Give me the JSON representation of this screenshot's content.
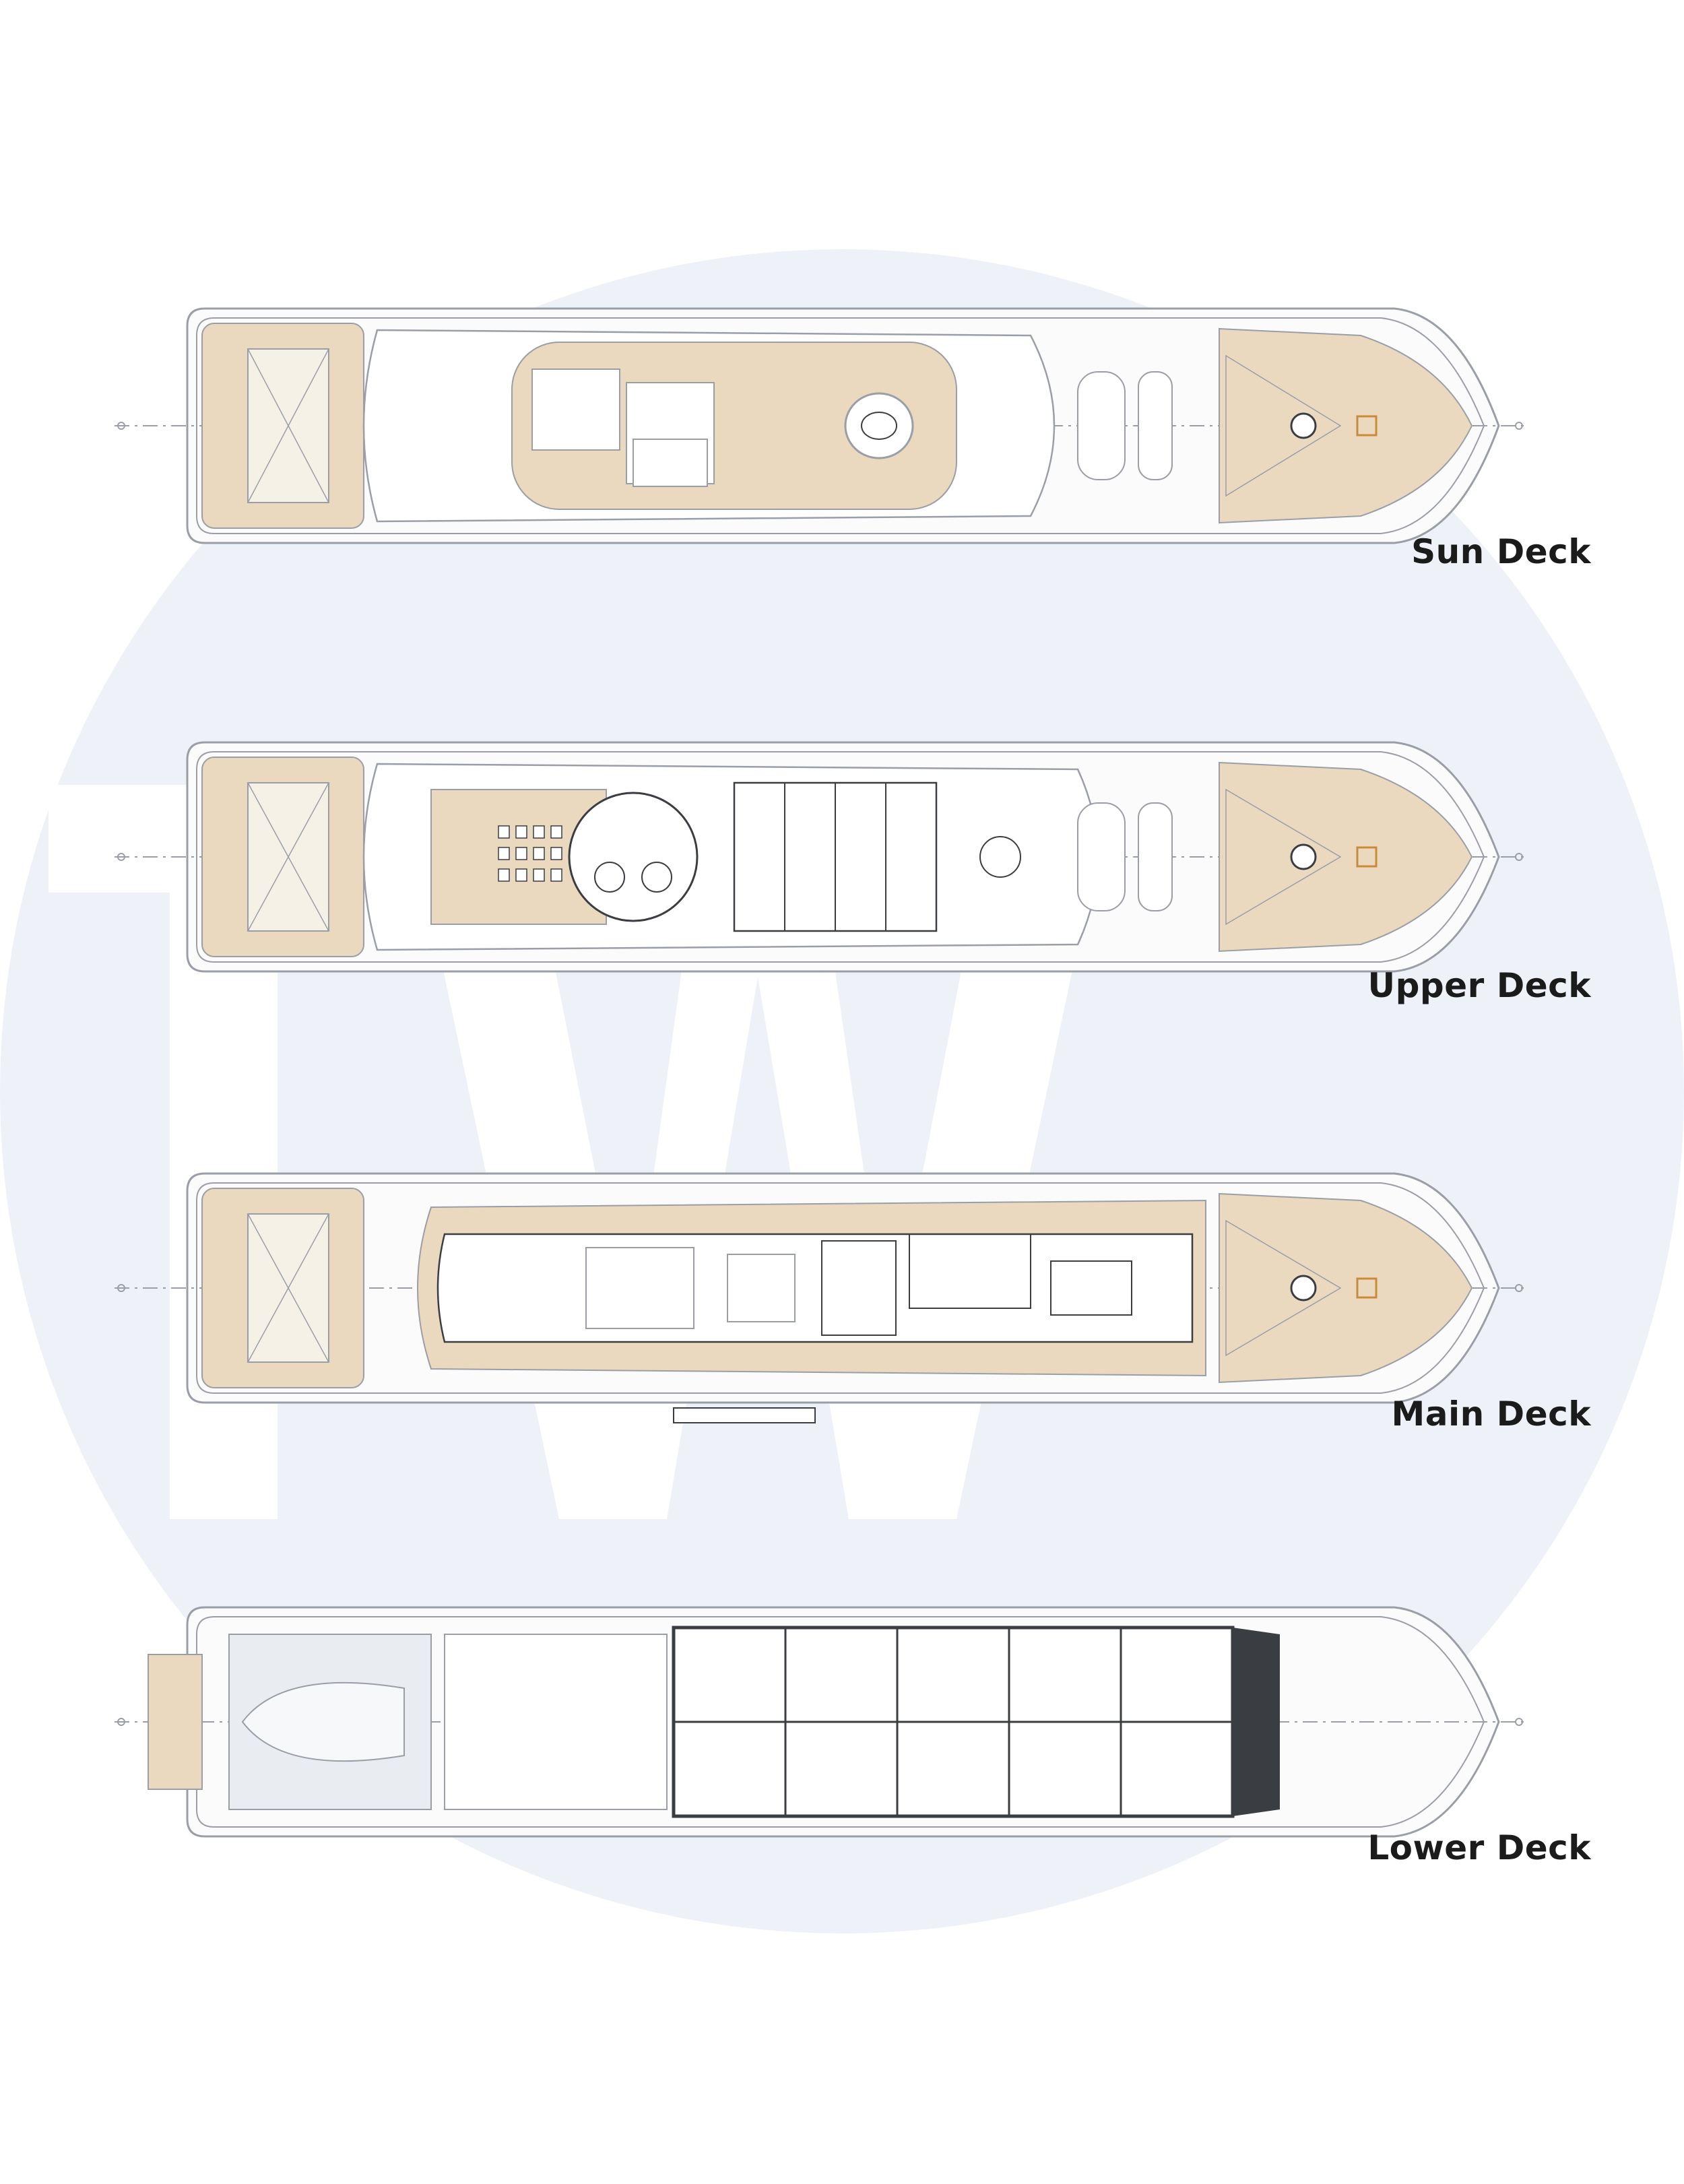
{
  "watermark": {
    "text": "TW"
  },
  "decks": [
    {
      "id": "sun",
      "label": "Sun Deck"
    },
    {
      "id": "upper",
      "label": "Upper Deck"
    },
    {
      "id": "main",
      "label": "Main Deck"
    },
    {
      "id": "lower",
      "label": "Lower Deck"
    }
  ],
  "colors": {
    "background": "#ffffff",
    "watermark_circle": "#eef2f8",
    "watermark_letters": "#ffffff",
    "deck_wood": "#ead9bf",
    "line": "#9a9ea6",
    "dark_line": "#3a3d42",
    "label": "#1b1b1b"
  }
}
